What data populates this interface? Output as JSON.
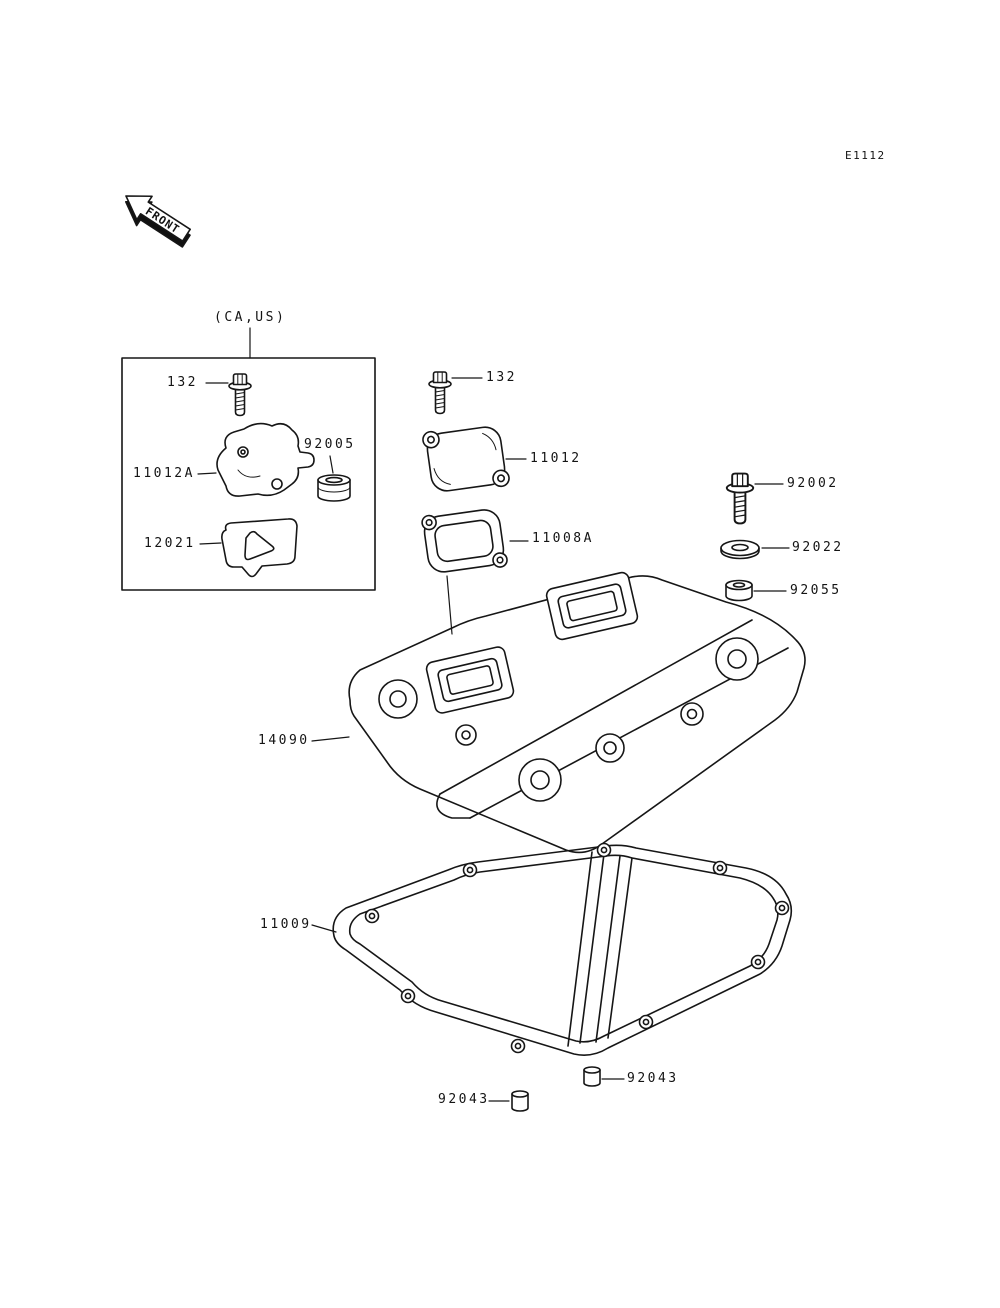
{
  "page": {
    "code": "E1112"
  },
  "front_arrow": {
    "label": "FRONT"
  },
  "inset": {
    "label": "(CA,US)"
  },
  "labels": {
    "bolt_132_inset": "132",
    "cover_11012a": "11012A",
    "grommet_92005": "92005",
    "plate_12021": "12021",
    "bolt_132": "132",
    "cover_11012": "11012",
    "gasket_11008a": "11008A",
    "bolt_92002": "92002",
    "washer_92022": "92022",
    "damper_92055": "92055",
    "head_cover_14090": "14090",
    "gasket_11009": "11009",
    "pin_92043_right": "92043",
    "pin_92043_left": "92043"
  }
}
